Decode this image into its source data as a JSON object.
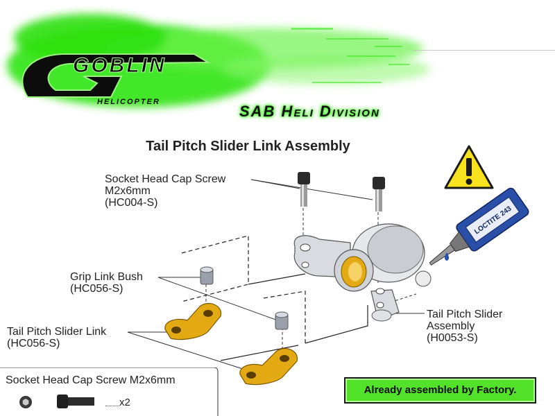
{
  "brand": {
    "logo_text": "GOBLIN",
    "logo_subtext": "HELICOPTER",
    "division": "SAB Heli Division"
  },
  "title": "Tail Pitch Slider Link Assembly",
  "labels": {
    "socket_screw": {
      "line1": "Socket Head Cap Screw",
      "line2": "M2x6mm",
      "line3": "(HC004-S)"
    },
    "grip_bush": {
      "line1": "Grip Link Bush",
      "line2": "(HC056-S)"
    },
    "slider_link": {
      "line1": "Tail Pitch Slider Link",
      "line2": "(HC056-S)"
    },
    "slider_assembly": {
      "line1": "Tail Pitch Slider",
      "line2": "Assembly",
      "line3": "(H0053-S)"
    }
  },
  "loctite_label": "LOCTITE 243",
  "legend": {
    "title": "Socket Head Cap Screw M2x6mm",
    "quantity": "x2"
  },
  "factory_note": "Already assembled by Factory.",
  "colors": {
    "logo_green": "#39e61a",
    "gold": "#e3aa14",
    "warning_yellow": "#f7e21d",
    "loctite_blue": "#2a4fa8",
    "factory_green": "#52e22a"
  }
}
